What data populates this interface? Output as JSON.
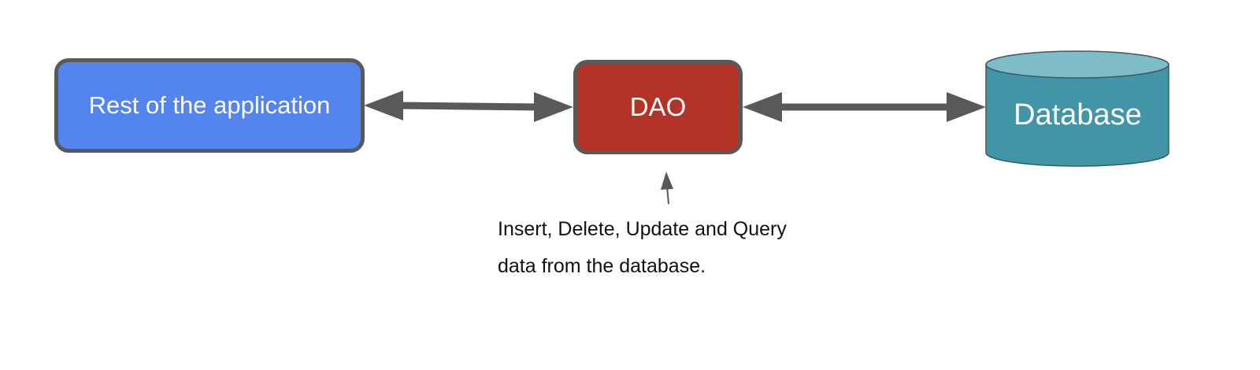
{
  "colors": {
    "app_box": "#5484ED",
    "dao_box": "#B33328",
    "database_body": "#4195A6",
    "database_top": "#7EBDC7",
    "border": "#595959",
    "arrow": "#595959"
  },
  "nodes": {
    "app": {
      "label": "Rest of the application"
    },
    "dao": {
      "label": "DAO"
    },
    "database": {
      "label": "Database",
      "shape": "cylinder"
    }
  },
  "edges": [
    {
      "from": "app",
      "to": "dao",
      "direction": "both"
    },
    {
      "from": "dao",
      "to": "database",
      "direction": "both"
    }
  ],
  "annotation": {
    "target": "dao",
    "line1": "Insert, Delete, Update and Query",
    "line2": "data from the database."
  }
}
